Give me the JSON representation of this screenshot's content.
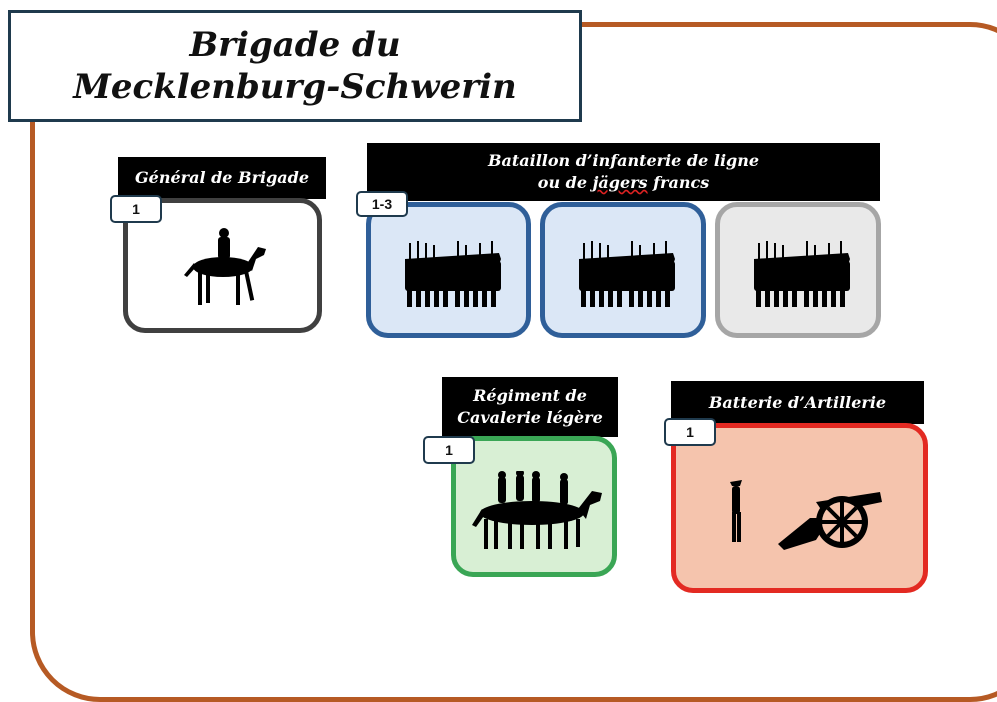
{
  "title": {
    "line1": "Brigade du",
    "line2": "Mecklenburg-Schwerin"
  },
  "colors": {
    "frame": "#b65a24",
    "infantry_blue": "#2f5f99",
    "infantry_blue_fill": "#dbe7f6",
    "infantry_grey": "#a6a6a6",
    "infantry_grey_fill": "#e9e9e9",
    "general_border": "#404040",
    "cavalry_green": "#3aa655",
    "cavalry_fill": "#d8efd4",
    "artillery_red": "#e32a22",
    "artillery_fill": "#f5c4ad"
  },
  "general": {
    "label": "Général de Brigade",
    "count": "1",
    "icon": "mounted-officer-icon"
  },
  "infantry": {
    "label_line1": "Bataillon d’infanterie de ligne",
    "label_line2_prefix": "ou de ",
    "label_line2_word": "jägers",
    "label_line2_suffix": " francs",
    "count": "1-3",
    "icon": "infantry-column-icon"
  },
  "cavalry": {
    "label_line1": "Régiment de",
    "label_line2": "Cavalerie légère",
    "count": "1",
    "icon": "cavalry-riders-icon"
  },
  "artillery": {
    "label": "Batterie d’Artillerie",
    "count": "1",
    "icon": "cannon-icon"
  }
}
